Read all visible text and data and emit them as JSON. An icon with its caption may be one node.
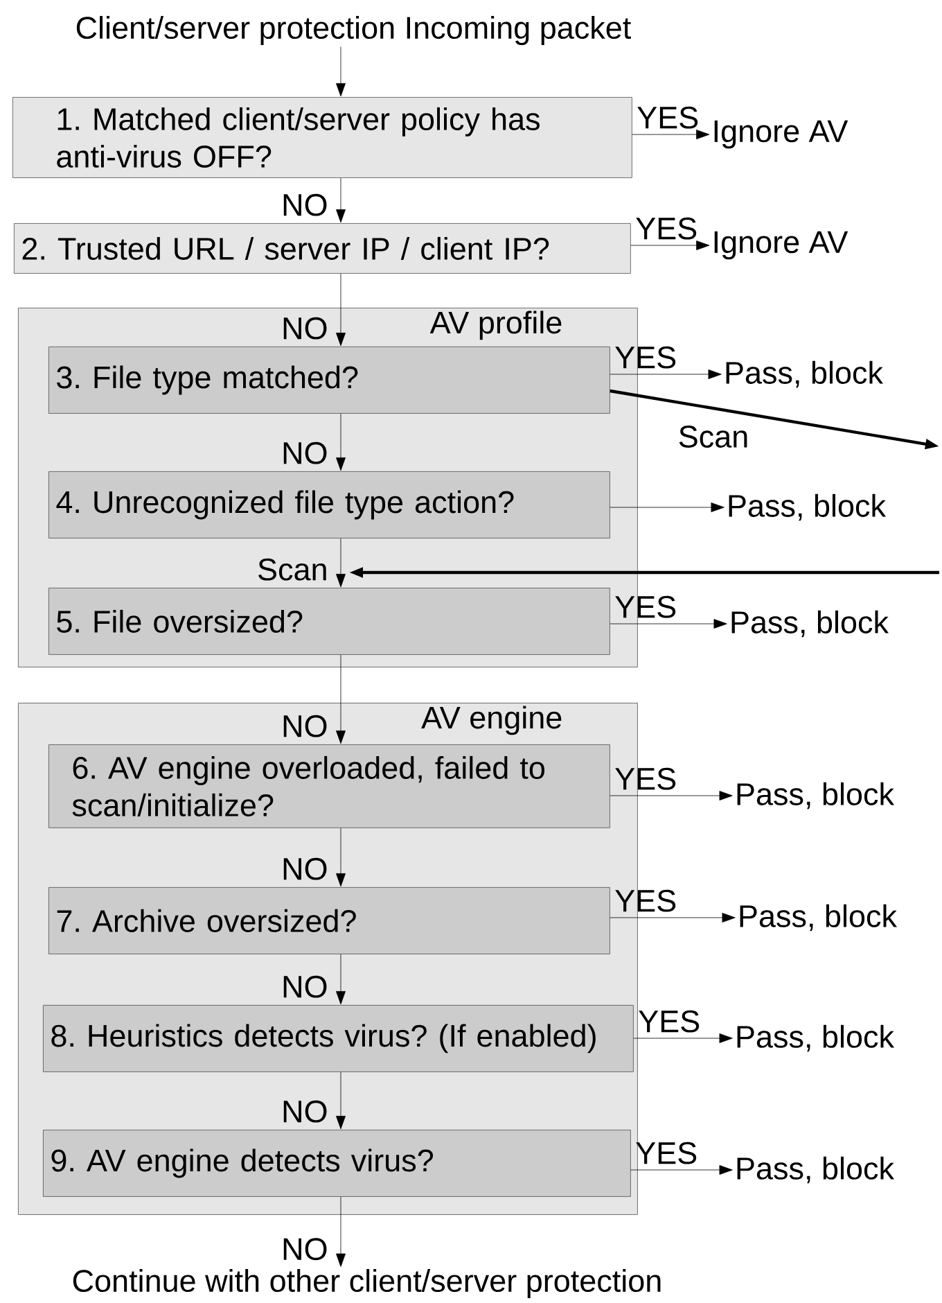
{
  "diagram": {
    "nodes": [
      {
        "text": [
          "Client/server protection Incoming packet"
        ]
      },
      {
        "text": [
          "1. Matched client/server policy has anti-virus OFF?"
        ]
      },
      {
        "text": [
          "Ignore AV"
        ]
      },
      {
        "text": [
          "2. Trusted URL / server IP / client IP?"
        ]
      },
      {
        "text": [
          "Ignore AV"
        ]
      },
      {
        "text": [
          "AV profile"
        ]
      },
      {
        "text": [
          "3. File type matched?"
        ],
        "in": 5
      },
      {
        "text": [
          "Pass, block"
        ]
      },
      {
        "text": [
          "4. Unrecognized file type action?"
        ],
        "in": 5
      },
      {
        "text": [
          "Pass, block"
        ]
      },
      {
        "text": [
          "5. File oversized?"
        ],
        "in": 5
      },
      {
        "text": [
          "Pass, block"
        ]
      },
      {
        "text": [
          "AV engine"
        ]
      },
      {
        "text": [
          "6. AV engine overloaded, failed to scan/initialize?"
        ],
        "in": 12
      },
      {
        "text": [
          "Pass, block"
        ]
      },
      {
        "text": [
          "7. Archive oversized?"
        ],
        "in": 12
      },
      {
        "text": [
          "Pass, block"
        ]
      },
      {
        "text": [
          "8. Heuristics detects virus? (If enabled)"
        ],
        "in": 12
      },
      {
        "text": [
          "Pass, block"
        ]
      },
      {
        "text": [
          "9. AV engine detects virus?"
        ],
        "in": 12
      },
      {
        "text": [
          "Pass, block"
        ]
      },
      {
        "text": [
          "Continue with other client/server protection"
        ]
      }
    ],
    "edges": [
      {
        "from": 0,
        "to": 1,
        "arrow": "to"
      },
      {
        "from": 1,
        "to": 2,
        "arrow": "to",
        "label": "YES"
      },
      {
        "from": 1,
        "to": 3,
        "arrow": "to",
        "label": "NO"
      },
      {
        "from": 3,
        "to": 4,
        "arrow": "to",
        "label": "YES"
      },
      {
        "from": 3,
        "to": 6,
        "arrow": "to",
        "label": "NO"
      },
      {
        "from": 6,
        "to": 7,
        "arrow": "to",
        "label": "YES"
      },
      {
        "from": 6,
        "to": null,
        "arrow": "to",
        "label": "Scan",
        "style": "thick"
      },
      {
        "from": 6,
        "to": 8,
        "arrow": "to",
        "label": "NO"
      },
      {
        "from": 8,
        "to": 9,
        "arrow": "to"
      },
      {
        "from": 8,
        "to": 10,
        "arrow": "to",
        "label": "Scan"
      },
      {
        "from": null,
        "to": 10,
        "arrow": "to",
        "style": "thick"
      },
      {
        "from": 10,
        "to": 11,
        "arrow": "to",
        "label": "YES"
      },
      {
        "from": 10,
        "to": 13,
        "arrow": "to",
        "label": "NO"
      },
      {
        "from": 13,
        "to": 14,
        "arrow": "to",
        "label": "YES"
      },
      {
        "from": 13,
        "to": 15,
        "arrow": "to",
        "label": "NO"
      },
      {
        "from": 15,
        "to": 16,
        "arrow": "to",
        "label": "YES"
      },
      {
        "from": 15,
        "to": 17,
        "arrow": "to",
        "label": "NO"
      },
      {
        "from": 17,
        "to": 18,
        "arrow": "to",
        "label": "YES"
      },
      {
        "from": 17,
        "to": 19,
        "arrow": "to",
        "label": "NO"
      },
      {
        "from": 19,
        "to": 20,
        "arrow": "to",
        "label": "YES"
      },
      {
        "from": 19,
        "to": 21,
        "arrow": "to",
        "label": "NO"
      }
    ]
  }
}
